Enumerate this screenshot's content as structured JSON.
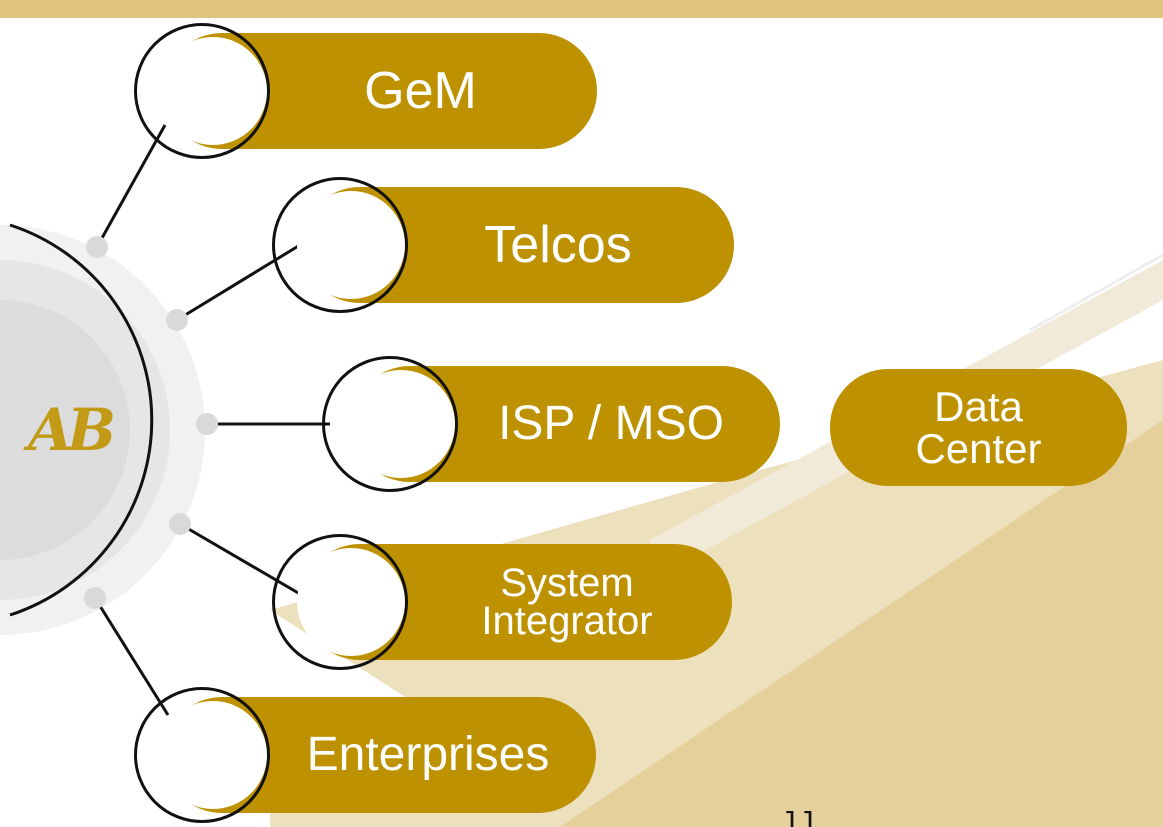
{
  "colors": {
    "accent": "#bd9100",
    "top_band": "#e0c37e",
    "beige_panel": "#e8d6a6",
    "line": "#111111",
    "node_dot": "#d9d9d9",
    "hub_gray": "#e6e6e6"
  },
  "logo": {
    "text": "AB"
  },
  "nodes": [
    {
      "id": "gem",
      "label": "GeM"
    },
    {
      "id": "telcos",
      "label": "Telcos"
    },
    {
      "id": "isp",
      "label": "ISP / MSO"
    },
    {
      "id": "si",
      "label": "System\nIntegrator"
    },
    {
      "id": "enterprises",
      "label": "Enterprises"
    }
  ],
  "extra_node": {
    "label": "Data\nCenter"
  },
  "footer_mark": "ll"
}
